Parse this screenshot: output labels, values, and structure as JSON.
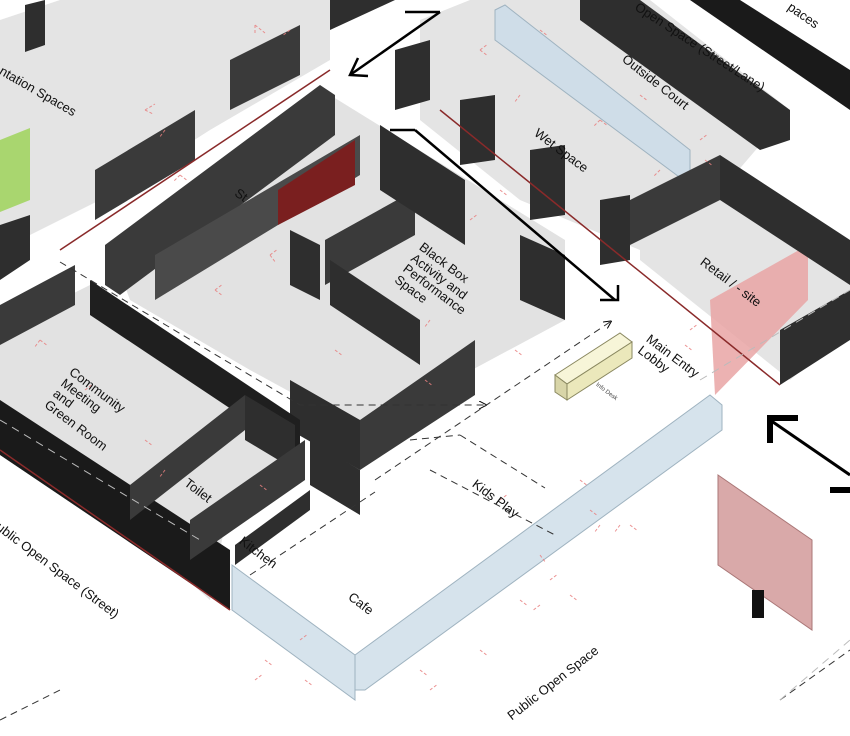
{
  "labels": {
    "presentation_spaces": "ntation Spaces",
    "top_right_spaces": "paces",
    "open_space_street_lane": "Open Space (Street/Lane)",
    "outside_court": "Outside Court",
    "wet_space": "Wet Space",
    "retail_pop_up": "Retail / - site",
    "black_box": "Black Box\nActivity and\nPerformance\nSpace",
    "st_fragment": "St",
    "community_meeting": "Community\nMeeting\nand\nGreen Room",
    "toilet": "Toilet",
    "kitchen": "Kitchen",
    "cafe": "Cafe",
    "kids_play": "Kids Play",
    "main_entry_lobby": "Main Entry\nLobby",
    "info_desk": "Info Desk",
    "public_open_space_street": "ublic Open Space (Street)",
    "public_open_space": "Public Open Space"
  },
  "colors": {
    "wall_dark": "#2e2e2e",
    "wall_side": "#4a4a4a",
    "floor": "#e2e2e2",
    "glass": "#d6e3ec",
    "accent_red_panel": "#7a1f1f",
    "pink_panel": "#e9a4a4",
    "sign_panel": "#d9a9a9",
    "green_block": "#9fd45a",
    "desk": "#f1efc8",
    "arrow": "#000000",
    "circulation_arrows": "#e88080"
  }
}
